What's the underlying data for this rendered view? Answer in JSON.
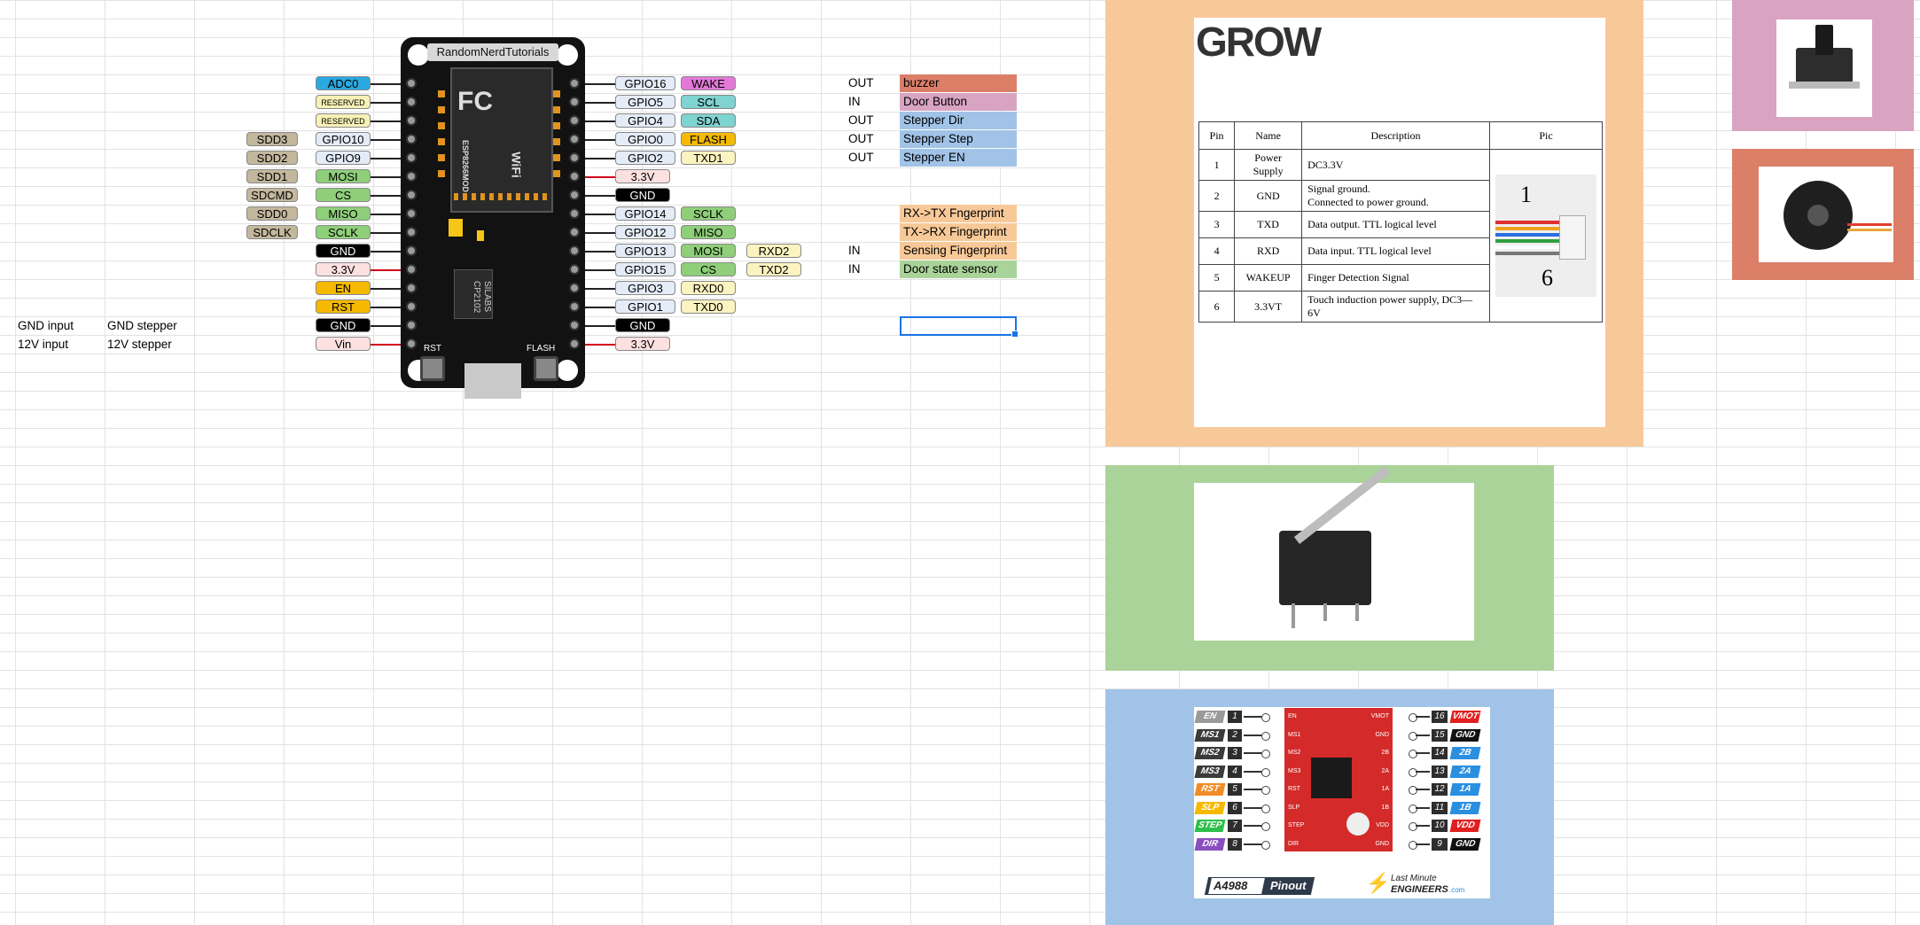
{
  "sheet_cells": {
    "gnd_input": "GND input",
    "gnd_stepper": "GND stepper",
    "v12_input": "12V input",
    "v12_stepper": "12V stepper"
  },
  "directions": [
    {
      "dir": "OUT",
      "func": "buzzer",
      "color": "#db7f69"
    },
    {
      "dir": "IN",
      "func": "Door Button",
      "color": "#d8a4c2"
    },
    {
      "dir": "OUT",
      "func": "Stepper Dir",
      "color": "#a1c3e7"
    },
    {
      "dir": "OUT",
      "func": "Stepper Step",
      "color": "#a1c3e7"
    },
    {
      "dir": "OUT",
      "func": "Stepper EN",
      "color": "#a1c3e7"
    },
    {
      "dir": "",
      "func": "",
      "color": ""
    },
    {
      "dir": "",
      "func": "",
      "color": ""
    },
    {
      "dir": "",
      "func": "RX->TX Fngerprint",
      "color": "#f8c998"
    },
    {
      "dir": "",
      "func": "TX->RX Fingerprint",
      "color": "#f8c998"
    },
    {
      "dir": "IN",
      "func": "Sensing Fingerprint",
      "color": "#f8c998"
    },
    {
      "dir": "IN",
      "func": "Door state sensor",
      "color": "#aad39a"
    }
  ],
  "board": {
    "title": "RandomNerdTutorials",
    "shield_text": "FC",
    "wifi": "WiFi",
    "model": "ESP8266MOD",
    "chip": "SILABS CP2102",
    "rst_label": "RST",
    "flash_label": "FLASH",
    "colors": {
      "board": "#121212",
      "pin_red": "#d0021b"
    }
  },
  "left_pins": [
    {
      "labels": [
        {
          "t": "ADC0",
          "c": "#29a9e0"
        }
      ],
      "line": "dark"
    },
    {
      "labels": [
        {
          "t": "RESERVED",
          "c": "#f8f1b6"
        }
      ],
      "line": "dark"
    },
    {
      "labels": [
        {
          "t": "RESERVED",
          "c": "#f8f1b6"
        }
      ],
      "line": "dark"
    },
    {
      "labels": [
        {
          "t": "GPIO10",
          "c": "#e4ecf7"
        },
        {
          "t": "SDD3",
          "c": "#c3b79d"
        }
      ],
      "line": "dark"
    },
    {
      "labels": [
        {
          "t": "GPIO9",
          "c": "#e4ecf7"
        },
        {
          "t": "SDD2",
          "c": "#c3b79d"
        }
      ],
      "line": "dark"
    },
    {
      "labels": [
        {
          "t": "MOSI",
          "c": "#8fcf7a"
        },
        {
          "t": "SDD1",
          "c": "#c3b79d"
        }
      ],
      "line": "dark"
    },
    {
      "labels": [
        {
          "t": "CS",
          "c": "#8fcf7a"
        },
        {
          "t": "SDCMD",
          "c": "#c3b79d"
        }
      ],
      "line": "dark"
    },
    {
      "labels": [
        {
          "t": "MISO",
          "c": "#8fcf7a"
        },
        {
          "t": "SDD0",
          "c": "#c3b79d"
        }
      ],
      "line": "dark"
    },
    {
      "labels": [
        {
          "t": "SCLK",
          "c": "#8fcf7a"
        },
        {
          "t": "SDCLK",
          "c": "#c3b79d"
        }
      ],
      "line": "dark"
    },
    {
      "labels": [
        {
          "t": "GND",
          "c": "#000000"
        }
      ],
      "line": "dark"
    },
    {
      "labels": [
        {
          "t": "3.3V",
          "c": "#fde0e0"
        }
      ],
      "line": "red"
    },
    {
      "labels": [
        {
          "t": "EN",
          "c": "#f5b900"
        }
      ],
      "line": "dark"
    },
    {
      "labels": [
        {
          "t": "RST",
          "c": "#f5b900"
        }
      ],
      "line": "dark"
    },
    {
      "labels": [
        {
          "t": "GND",
          "c": "#000000"
        }
      ],
      "line": "dark"
    },
    {
      "labels": [
        {
          "t": "Vin",
          "c": "#fde0e0"
        }
      ],
      "line": "red"
    }
  ],
  "right_pins": [
    {
      "labels": [
        {
          "t": "GPIO16",
          "c": "#e4ecf7"
        },
        {
          "t": "WAKE",
          "c": "#e279d8"
        }
      ],
      "line": "dark"
    },
    {
      "labels": [
        {
          "t": "GPIO5",
          "c": "#e4ecf7"
        },
        {
          "t": "SCL",
          "c": "#7fd3d0"
        }
      ],
      "line": "dark"
    },
    {
      "labels": [
        {
          "t": "GPIO4",
          "c": "#e4ecf7"
        },
        {
          "t": "SDA",
          "c": "#7fd3d0"
        }
      ],
      "line": "dark"
    },
    {
      "labels": [
        {
          "t": "GPIO0",
          "c": "#e4ecf7"
        },
        {
          "t": "FLASH",
          "c": "#f5b900"
        }
      ],
      "line": "dark"
    },
    {
      "labels": [
        {
          "t": "GPIO2",
          "c": "#e4ecf7"
        },
        {
          "t": "TXD1",
          "c": "#fbf3c0"
        }
      ],
      "line": "dark"
    },
    {
      "labels": [
        {
          "t": "3.3V",
          "c": "#fde0e0"
        }
      ],
      "line": "red"
    },
    {
      "labels": [
        {
          "t": "GND",
          "c": "#000000"
        }
      ],
      "line": "dark"
    },
    {
      "labels": [
        {
          "t": "GPIO14",
          "c": "#e4ecf7"
        },
        {
          "t": "SCLK",
          "c": "#8fcf7a"
        }
      ],
      "line": "dark"
    },
    {
      "labels": [
        {
          "t": "GPIO12",
          "c": "#e4ecf7"
        },
        {
          "t": "MISO",
          "c": "#8fcf7a"
        }
      ],
      "line": "dark"
    },
    {
      "labels": [
        {
          "t": "GPIO13",
          "c": "#e4ecf7"
        },
        {
          "t": "MOSI",
          "c": "#8fcf7a"
        },
        {
          "t": "RXD2",
          "c": "#fbf3c0"
        }
      ],
      "line": "dark"
    },
    {
      "labels": [
        {
          "t": "GPIO15",
          "c": "#e4ecf7"
        },
        {
          "t": "CS",
          "c": "#8fcf7a"
        },
        {
          "t": "TXD2",
          "c": "#fbf3c0"
        }
      ],
      "line": "dark"
    },
    {
      "labels": [
        {
          "t": "GPIO3",
          "c": "#e4ecf7"
        },
        {
          "t": "RXD0",
          "c": "#fbf3c0"
        }
      ],
      "line": "dark"
    },
    {
      "labels": [
        {
          "t": "GPIO1",
          "c": "#e4ecf7"
        },
        {
          "t": "TXD0",
          "c": "#fbf3c0"
        }
      ],
      "line": "dark"
    },
    {
      "labels": [
        {
          "t": "GND",
          "c": "#000000"
        }
      ],
      "line": "dark"
    },
    {
      "labels": [
        {
          "t": "3.3V",
          "c": "#fde0e0"
        }
      ],
      "line": "red"
    }
  ],
  "fingerprint": {
    "logo": "GROW",
    "headers": [
      "Pin",
      "Name",
      "Description",
      "Pic"
    ],
    "rows": [
      [
        "1",
        "Power Supply",
        "DC3.3V"
      ],
      [
        "2",
        "GND",
        "Signal ground.\nConnected to power ground."
      ],
      [
        "3",
        "TXD",
        "Data output. TTL logical level"
      ],
      [
        "4",
        "RXD",
        "Data input. TTL logical level"
      ],
      [
        "5",
        "WAKEUP",
        "Finger Detection Signal"
      ],
      [
        "6",
        "3.3VT",
        "Touch induction power supply, DC3—6V"
      ]
    ],
    "pic_top": "1",
    "pic_bottom": "6",
    "panel_color": "#f8c998"
  },
  "panels": {
    "button_color": "#d8a4c2",
    "buzzer_color": "#db7f69",
    "switch_color": "#aad39a",
    "driver_color": "#a1c3e7"
  },
  "a4988": {
    "title": "A4988",
    "subtitle": "Pinout",
    "brand_top": "Last Minute",
    "brand_bottom": "ENGINEERS",
    "brand_suffix": ".com",
    "left": [
      {
        "n": "1",
        "t": "EN",
        "c": "#9a9a9a"
      },
      {
        "n": "2",
        "t": "MS1",
        "c": "#3b3b3b"
      },
      {
        "n": "3",
        "t": "MS2",
        "c": "#3b3b3b"
      },
      {
        "n": "4",
        "t": "MS3",
        "c": "#3b3b3b"
      },
      {
        "n": "5",
        "t": "RST",
        "c": "#f28c28"
      },
      {
        "n": "6",
        "t": "SLP",
        "c": "#f5b900"
      },
      {
        "n": "7",
        "t": "STEP",
        "c": "#2cbf4a"
      },
      {
        "n": "8",
        "t": "DIR",
        "c": "#8a4fbf"
      }
    ],
    "right": [
      {
        "n": "16",
        "t": "VMOT",
        "c": "#e02020"
      },
      {
        "n": "15",
        "t": "GND",
        "c": "#111111"
      },
      {
        "n": "14",
        "t": "2B",
        "c": "#2b8fe0"
      },
      {
        "n": "13",
        "t": "2A",
        "c": "#2b8fe0"
      },
      {
        "n": "12",
        "t": "1A",
        "c": "#2b8fe0"
      },
      {
        "n": "11",
        "t": "1B",
        "c": "#2b8fe0"
      },
      {
        "n": "10",
        "t": "VDD",
        "c": "#e02020"
      },
      {
        "n": "9",
        "t": "GND",
        "c": "#111111"
      }
    ],
    "chip_left": [
      "EN",
      "MS1",
      "MS2",
      "MS3",
      "RST",
      "SLP",
      "STEP",
      "DIR"
    ],
    "chip_right": [
      "VMOT",
      "GND",
      "2B",
      "2A",
      "1A",
      "1B",
      "VDD",
      "GND"
    ]
  }
}
